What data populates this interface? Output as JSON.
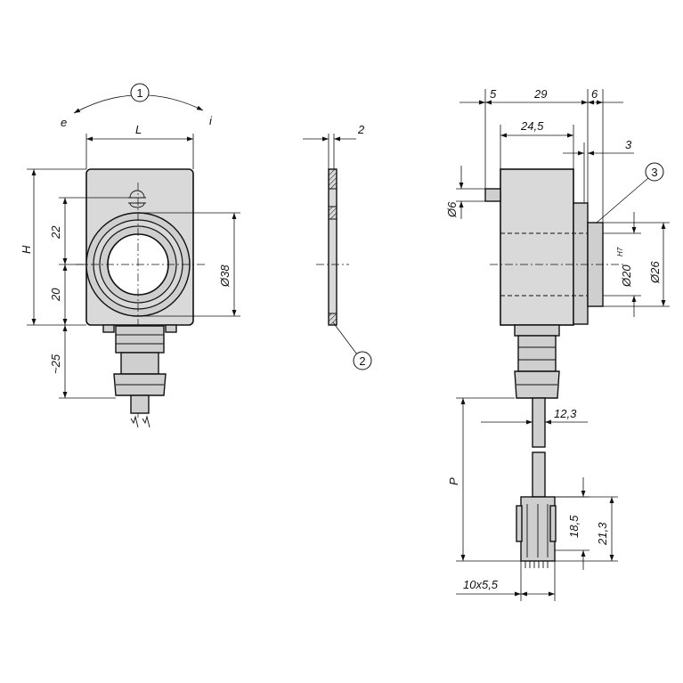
{
  "callouts": [
    "1",
    "2",
    "3"
  ],
  "rotation": {
    "left": "e",
    "right": "i"
  },
  "front_view": {
    "width": "L",
    "height": "H",
    "upper": "22",
    "lower": "20",
    "cable": "~25",
    "bore": "Ø38"
  },
  "washer": {
    "thickness": "2"
  },
  "side_view": {
    "d5": "5",
    "d29": "29",
    "d6": "6",
    "d24_5": "24,5",
    "d3": "3",
    "pin": "Ø6",
    "shaft": "Ø20",
    "shaft_tol": "H7",
    "flange": "Ø26",
    "cable": "12,3",
    "length": "P",
    "plug_h1": "18,5",
    "plug_h2": "21,3",
    "plug_w": "10x5,5"
  }
}
